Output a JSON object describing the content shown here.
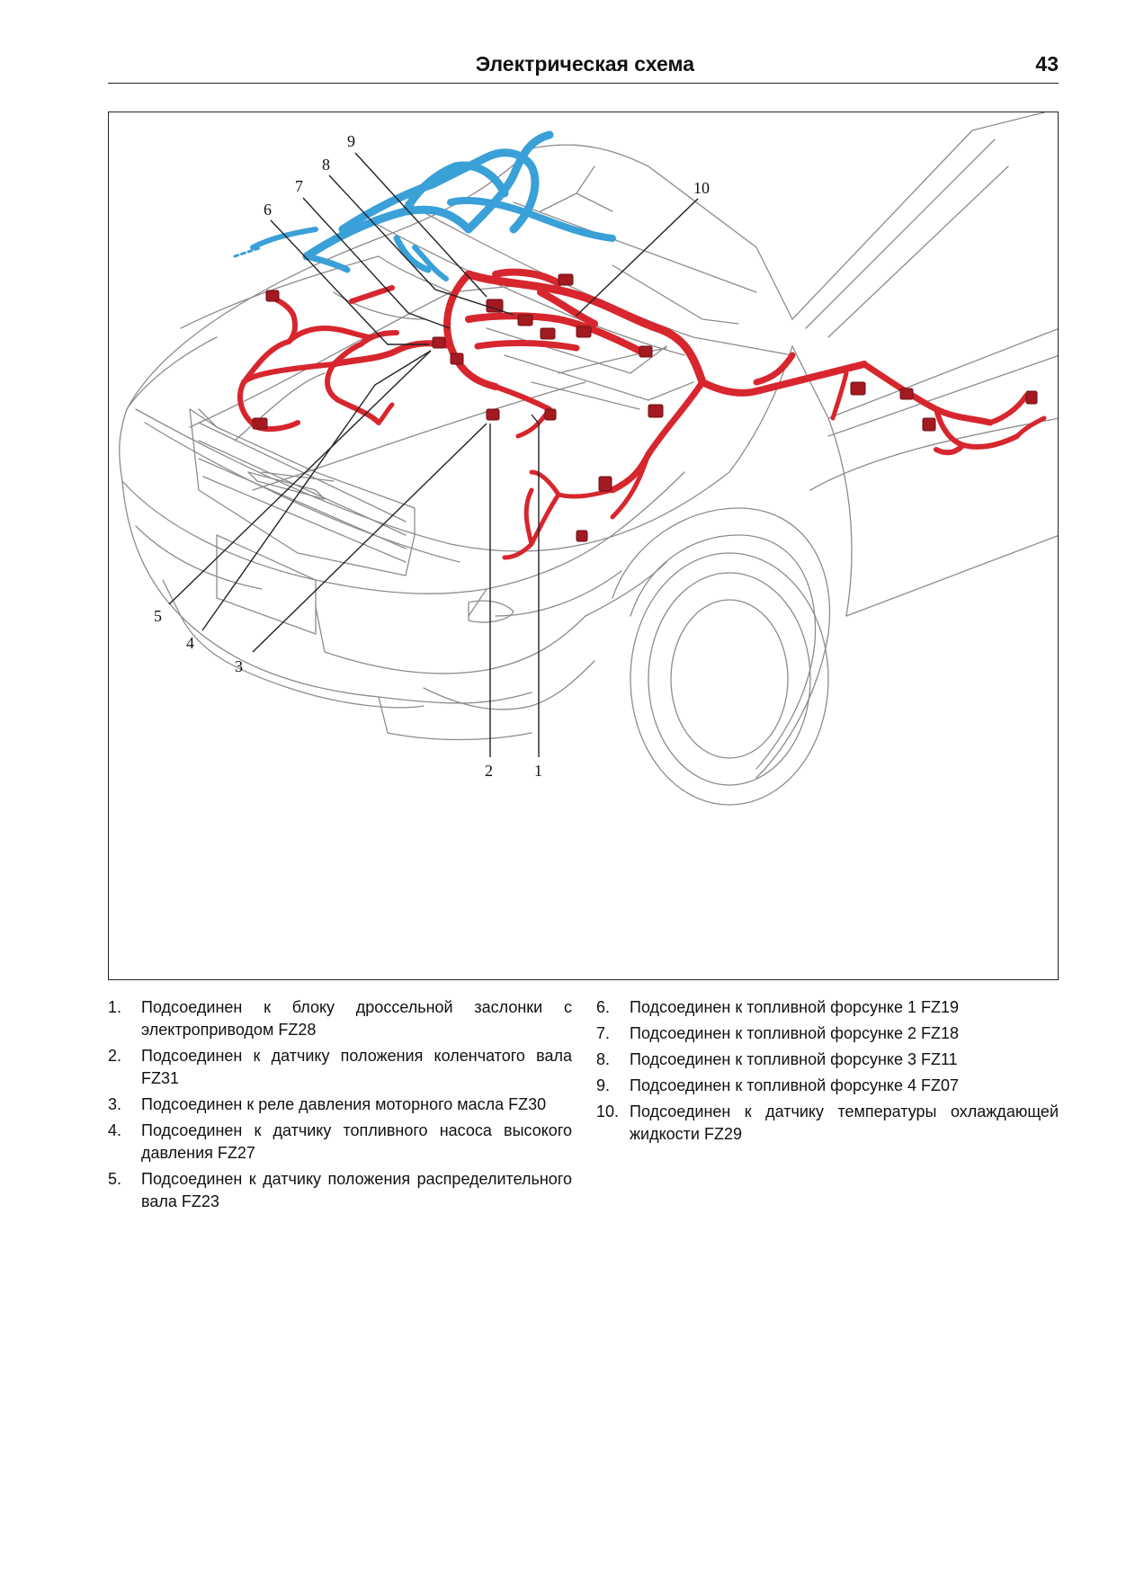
{
  "header": {
    "title": "Электрическая схема",
    "page_number": "43"
  },
  "figure": {
    "callouts": [
      {
        "label": "1"
      },
      {
        "label": "2"
      },
      {
        "label": "3"
      },
      {
        "label": "4"
      },
      {
        "label": "5"
      },
      {
        "label": "6"
      },
      {
        "label": "7"
      },
      {
        "label": "8"
      },
      {
        "label": "9"
      },
      {
        "label": "10"
      }
    ],
    "colors": {
      "harness": "#d7262e",
      "harness_dark": "#a31a21",
      "blue_harness": "#3aa0d8",
      "outline": "#8c8c8c"
    }
  },
  "legend": {
    "left": [
      {
        "num": "1.",
        "text": "Подсоединен к блоку дроссельной заслонки с электроприводом FZ28"
      },
      {
        "num": "2.",
        "text": "Подсоединен к датчику положения коленчатого вала FZ31"
      },
      {
        "num": "3.",
        "text": "Подсоединен к реле давления моторного масла FZ30"
      },
      {
        "num": "4.",
        "text": "Подсоединен к датчику топливного насоса высокого давления FZ27"
      },
      {
        "num": "5.",
        "text": "Подсоединен к датчику положения распределительного вала FZ23"
      }
    ],
    "right": [
      {
        "num": "6.",
        "text": "Подсоединен к топливной форсунке 1 FZ19"
      },
      {
        "num": "7.",
        "text": "Подсоединен к топливной форсунке 2 FZ18"
      },
      {
        "num": "8.",
        "text": "Подсоединен к топливной форсунке 3 FZ11"
      },
      {
        "num": "9.",
        "text": "Подсоединен к топливной форсунке 4 FZ07"
      },
      {
        "num": "10.",
        "text": "Подсоединен к датчику температуры охлаждающей жидкости FZ29"
      }
    ]
  }
}
